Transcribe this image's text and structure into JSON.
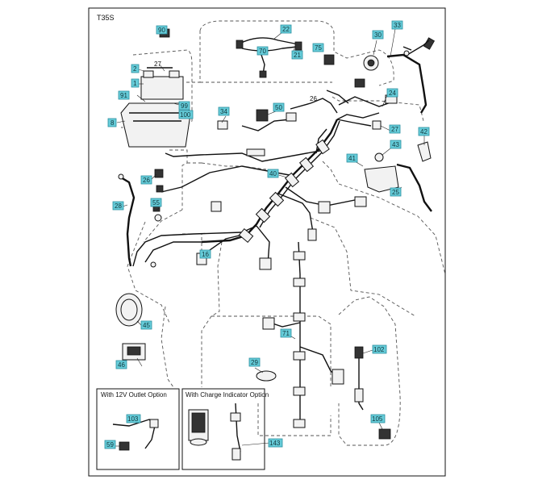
{
  "diagram_code": "T35S",
  "option_12v": "With 12V Outlet Option",
  "option_charge": "With Charge Indicator Option",
  "callouts": [
    {
      "id": "c90",
      "label": "90"
    },
    {
      "id": "c2",
      "label": "2"
    },
    {
      "id": "c27a",
      "label": "27"
    },
    {
      "id": "c1",
      "label": "1"
    },
    {
      "id": "c91",
      "label": "91"
    },
    {
      "id": "c99",
      "label": "99"
    },
    {
      "id": "c100",
      "label": "100"
    },
    {
      "id": "c8",
      "label": "8"
    },
    {
      "id": "c22",
      "label": "22"
    },
    {
      "id": "c70",
      "label": "70"
    },
    {
      "id": "c21",
      "label": "21"
    },
    {
      "id": "c75",
      "label": "75"
    },
    {
      "id": "c30",
      "label": "30"
    },
    {
      "id": "c33",
      "label": "33"
    },
    {
      "id": "c26",
      "label": "26"
    },
    {
      "id": "c24",
      "label": "24"
    },
    {
      "id": "c34",
      "label": "34"
    },
    {
      "id": "c50",
      "label": "50"
    },
    {
      "id": "c27b",
      "label": "27"
    },
    {
      "id": "c42",
      "label": "42"
    },
    {
      "id": "c41",
      "label": "41"
    },
    {
      "id": "c43",
      "label": "43"
    },
    {
      "id": "c25",
      "label": "25"
    },
    {
      "id": "c40",
      "label": "40"
    },
    {
      "id": "c26b",
      "label": "26"
    },
    {
      "id": "c28",
      "label": "28"
    },
    {
      "id": "c55",
      "label": "55"
    },
    {
      "id": "c16",
      "label": "16"
    },
    {
      "id": "c45",
      "label": "45"
    },
    {
      "id": "c46",
      "label": "46"
    },
    {
      "id": "c71",
      "label": "71"
    },
    {
      "id": "c29",
      "label": "29"
    },
    {
      "id": "c102",
      "label": "102"
    },
    {
      "id": "c103",
      "label": "103"
    },
    {
      "id": "c59",
      "label": "59"
    },
    {
      "id": "c143",
      "label": "143"
    },
    {
      "id": "c105",
      "label": "105"
    }
  ]
}
